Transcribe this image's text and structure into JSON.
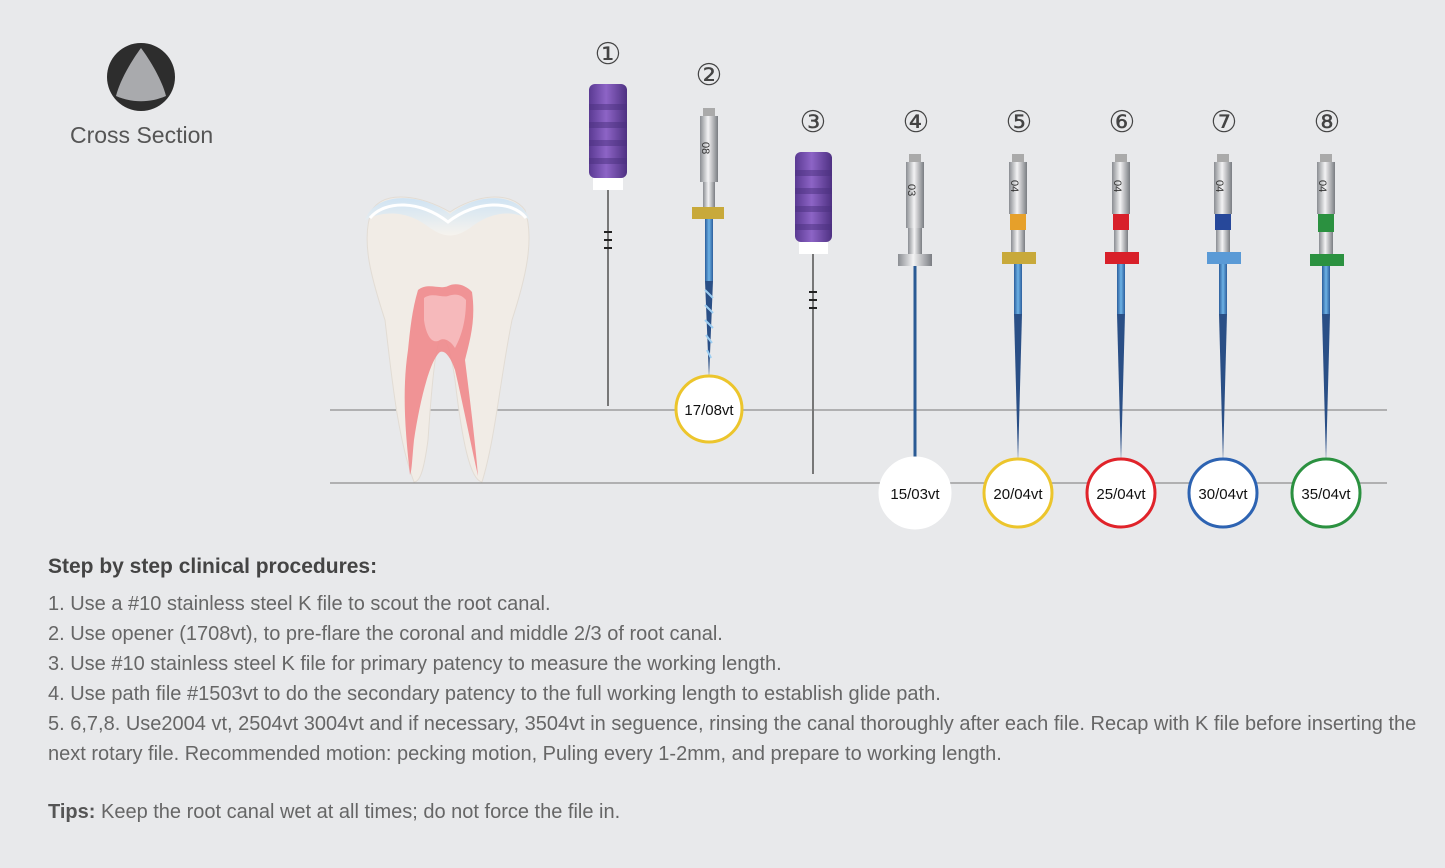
{
  "cross_section": {
    "label": "Cross Section",
    "icon": "triangle-cross-section-icon"
  },
  "files": [
    {
      "number": "①",
      "kind": "hand",
      "badge": ""
    },
    {
      "number": "②",
      "kind": "rotary",
      "badge": "17/08vt",
      "ring_color": "#ecc52c",
      "taper": "08",
      "collar_color": ""
    },
    {
      "number": "③",
      "kind": "hand",
      "badge": ""
    },
    {
      "number": "④",
      "kind": "rotary",
      "badge": "15/03vt",
      "ring_color": "#ffffff",
      "taper": "03",
      "collar_color": ""
    },
    {
      "number": "⑤",
      "kind": "rotary",
      "badge": "20/04vt",
      "ring_color": "#ecc52c",
      "taper": "04",
      "collar_color": "#e6a02a"
    },
    {
      "number": "⑥",
      "kind": "rotary",
      "badge": "25/04vt",
      "ring_color": "#e0232a",
      "taper": "04",
      "collar_color": "#d8202a"
    },
    {
      "number": "⑦",
      "kind": "rotary",
      "badge": "30/04vt",
      "ring_color": "#2d63b2",
      "taper": "04",
      "collar_color": "#27489a"
    },
    {
      "number": "⑧",
      "kind": "rotary",
      "badge": "35/04vt",
      "ring_color": "#2b9140",
      "taper": "04",
      "collar_color": "#2b9140"
    }
  ],
  "procedures": {
    "title": "Step by step clinical procedures:",
    "steps": [
      "1. Use a #10 stainless steel K file to scout the root canal.",
      "2. Use opener (1708vt), to pre-flare the coronal and middle 2/3 of root canal.",
      "3. Use #10 stainless steel K file for primary patency to measure the working length.",
      "4. Use path file #1503vt to do the secondary patency to the full working length to establish glide path.",
      "5. 6,7,8. Use2004 vt, 2504vt 3004vt and if necessary, 3504vt in seguence, rinsing the canal thoroughly after each file. Recap with K file before inserting the next rotary file. Recommended motion:  pecking motion, Puling every 1-2mm, and prepare to working length."
    ]
  },
  "tips": {
    "label": "Tips:",
    "text": " Keep the root canal wet at all times; do not force the file in."
  }
}
